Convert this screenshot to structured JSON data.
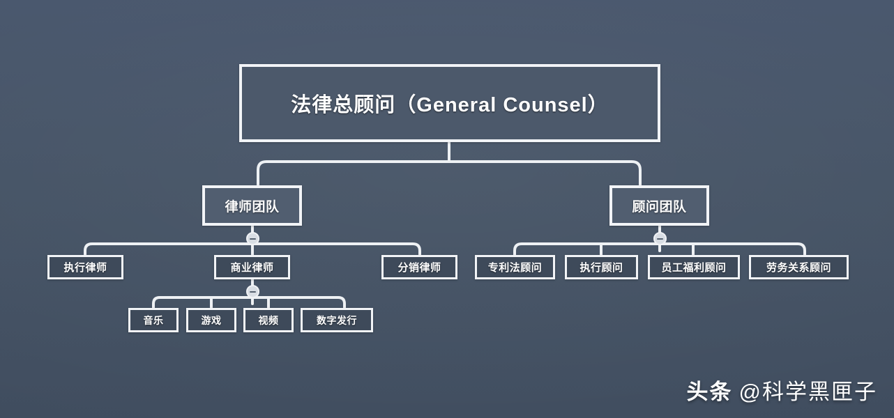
{
  "diagram": {
    "title_text": "法律总顾问（General Counsel）",
    "background_color": "#47556b",
    "node_border_color": "#f2f4f7",
    "node_fill_color": "#4e5b6d",
    "connector_color": "#eef1f4",
    "root": {
      "id": "general-counsel",
      "label": "法律总顾问（General Counsel）",
      "level": 1
    },
    "level2": [
      {
        "id": "lawyer-team",
        "label": "律师团队",
        "level": 2,
        "toggle": "minus"
      },
      {
        "id": "advisory-team",
        "label": "顾问团队",
        "level": 2,
        "toggle": "minus"
      }
    ],
    "level3_left": [
      {
        "id": "executive-lawyer",
        "label": "执行律师",
        "level": 3
      },
      {
        "id": "commercial-lawyer",
        "label": "商业律师",
        "level": 3,
        "toggle": "minus"
      },
      {
        "id": "distribution-lawyer",
        "label": "分销律师",
        "level": 3
      }
    ],
    "level3_right": [
      {
        "id": "patent-law-advisor",
        "label": "专利法顾问",
        "level": 3
      },
      {
        "id": "executive-advisor",
        "label": "执行顾问",
        "level": 3
      },
      {
        "id": "employee-benefits-advisor",
        "label": "员工福利顾问",
        "level": 3
      },
      {
        "id": "labor-relations-advisor",
        "label": "劳务关系顾问",
        "level": 3
      }
    ],
    "level4": [
      {
        "id": "music",
        "label": "音乐",
        "level": 4
      },
      {
        "id": "games",
        "label": "游戏",
        "level": 4
      },
      {
        "id": "video",
        "label": "视频",
        "level": 4
      },
      {
        "id": "digital-distribution",
        "label": "数字发行",
        "level": 4
      }
    ]
  },
  "watermark": {
    "brand": "头条",
    "handle": "@科学黑匣子"
  }
}
